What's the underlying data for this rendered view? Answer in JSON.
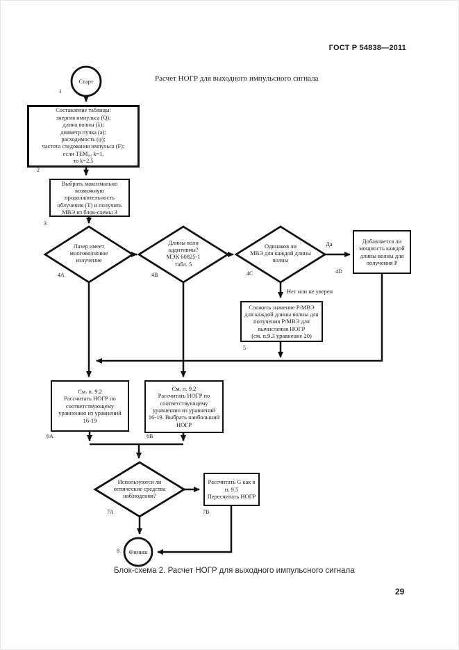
{
  "page": {
    "header": "ГОСТ Р 54838—2011",
    "title": "Расчет НОГР для выходного импульсного сигнала",
    "caption": "Блок-схема 2. Расчет НОГР для выходного импульсного сигнала",
    "page_number": "29"
  },
  "colors": {
    "line": "#111111",
    "text": "#1a1a1a",
    "background": "#ffffff"
  },
  "flowchart": {
    "nodes": {
      "start": "Старт",
      "box1": "Составление таблицы:\nэнергия импульса (Q);\nдлина волны (λ);\nдиаметр пучка (a);\nрасходимость (φ);\nчастота следования импульса (F);\nесли TEM₀₀ k=1,\nто k=2.5",
      "box2": "Выбрать максимально\nвозможную\nпродолжительность\nоблучения (T) и получить\nМВЭ из блок-схемы 3",
      "d4A": "Лазер имеет\nмноговолновое\nизлучение",
      "d4B": "Длины волн\nаддитивны?\nМЭК 60825-1\nтабл. 5",
      "d4C": "Одинаков ли\nМВЭ для каждой длины\nволны",
      "box4D": "Добавляется ли\nмощность каждой\nдлины волны для\nполучения Р",
      "box5": "Сложить значение Р/МВЭ\nдля каждой длины волны для\nполучения Р/МВЭ для\nвычисления НОГР\n(см. п.9.3 уравнение 20)",
      "box6A": "См. п. 9.2\nРассчитать НОГР по\nсоответствующему\nуравнению из уравнений\n16-19",
      "box6B": "См. п. 9.2\nРассчитать НОГР по\nсоответствующему\nуравнению из уравнений\n16-19. Выбрать наибольший\nНОГР",
      "d7A": "Используются ли\nоптические средства\nнаблюдения?",
      "box7B": "Рассчитать G как в\nп. 9.5\nПересчитать НОГР",
      "finish": "Финиш"
    },
    "edge_labels": {
      "yes": "Да",
      "no_or_unsure": "Нет или не уверен"
    },
    "steps": {
      "s1": "1",
      "s2": "2",
      "s3": "3",
      "s4a": "4A",
      "s4b": "4B",
      "s4c": "4C",
      "s4d": "4D",
      "s5": "5",
      "s6a": "6A",
      "s6b": "6B",
      "s7a": "7A",
      "s7b": "7B",
      "s8": "8"
    }
  }
}
